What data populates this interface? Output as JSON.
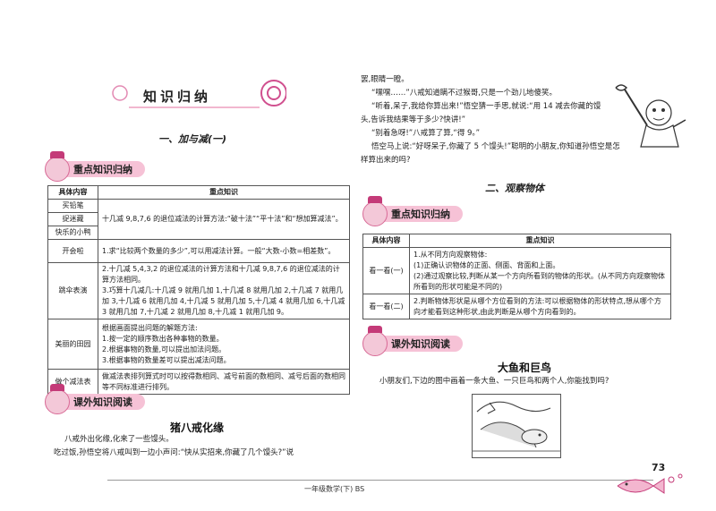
{
  "left": {
    "main_title": "知识归纳",
    "section1_title": "一、加与减(一)",
    "badge1": "重点知识归纳",
    "table": {
      "headers": [
        "具体内容",
        "重点知识"
      ],
      "rows": [
        {
          "topic": "买铅笔",
          "content": ""
        },
        {
          "topic": "捉迷藏",
          "content": "十几减 9,8,7,6 的退位减法的计算方法:“破十法”“平十法”和“想加算减法”。"
        },
        {
          "topic": "快乐的小鸭",
          "content": ""
        },
        {
          "topic": "开会啦",
          "content": "1.求“比较两个数量的多少”,可以用减法计算。一般“大数-小数=相差数”。"
        },
        {
          "topic": "跳伞表演",
          "content": "2.十几减 5,4,3,2 的退位减法的计算方法和十几减 9,8,7,6 的退位减法的计算方法相同。\n3.巧算十几减几:十几减 9 就用几加 1,十几减 8 就用几加 2,十几减 7 就用几加 3,十几减 6 就用几加 4,十几减 5 就用几加 5,十几减 4 就用几加 6,十几减 3 就用几加 7,十几减 2 就用几加 8,十几减 1 就用几加 9。"
        },
        {
          "topic": "美丽的田园",
          "content": "根据画面提出问题的解题方法:\n1.按一定的顺序数出各种事物的数量。\n2.根据事物的数量,可以提出加法问题。\n3.根据事物的数量差可以提出减法问题。"
        },
        {
          "topic": "做个减法表",
          "content": "做减法表排列算式时可以按得数相同、减号前面的数相同、减号后面的数相同等不同标准进行排列。"
        }
      ]
    },
    "badge2": "课外知识阅读",
    "story_title": "猪八戒化缘",
    "story_lines": [
      "八戒外出化缘,化来了一些馒头。",
      "吃过饭,孙悟空将八戒叫到一边小声问:“快从实招来,你藏了几个馒头?”说"
    ]
  },
  "right": {
    "story_cont": [
      "罢,眼睛一瞪。",
      "“嘿嘿……”八戒知道瞒不过猴哥,只是一个劲儿地傻笑。",
      "“听着,呆子,我给你算出来!”悟空猜一手思,就说:“用 14 减去你藏的馒头,告诉我结果等于多少?快讲!”",
      "“别着急呀!”八戒算了算,“得 9。”",
      "悟空马上说:“好呀呆子,你藏了 5 个馒头!”聪明的小朋友,你知道孙悟空是怎样算出来的吗?"
    ],
    "section2_title": "二、观察物体",
    "badge1": "重点知识归纳",
    "table": {
      "headers": [
        "具体内容",
        "重点知识"
      ],
      "rows": [
        {
          "topic": "看一看(一)",
          "content": "1.从不同方向观察物体:\n(1)正确认识物体的正面、侧面、背面和上面。\n(2)通过观察比较,判断从某一个方向所看到的物体的形状。(从不同方向观察物体所看到的形状可能是不同的)"
        },
        {
          "topic": "看一看(二)",
          "content": "2.判断物体形状是从哪个方位看到的方法:可以根据物体的形状特点,想从哪个方向才能看到这种形状,由此判断是从哪个方向看到的。"
        }
      ]
    },
    "badge2": "课外知识阅读",
    "story_title": "大鱼和巨鸟",
    "story_text": "小朋友们,下边的图中画着一条大鱼、一只巨鸟和两个人,你能找到吗?"
  },
  "footer": {
    "text": "一年级数学(下)   BS",
    "page_number": "73"
  }
}
